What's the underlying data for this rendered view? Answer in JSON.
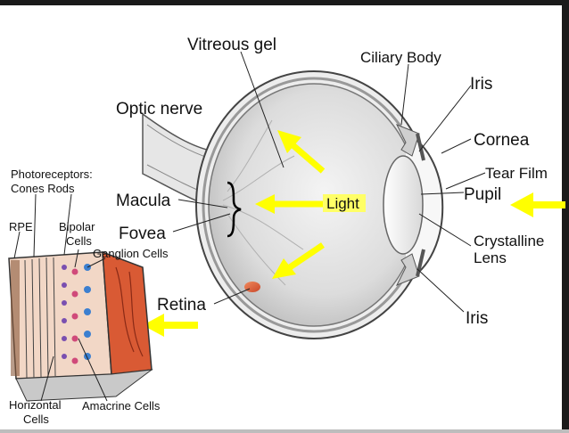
{
  "labels": {
    "vitreous_gel": "Vitreous gel",
    "ciliary_body": "Ciliary Body",
    "iris_top": "Iris",
    "optic_nerve": "Optic nerve",
    "cornea": "Cornea",
    "photoreceptors": "Photoreceptors:",
    "cones_rods": "Cones Rods",
    "tear_film": "Tear Film",
    "macula": "Macula",
    "light": "Light",
    "pupil": "Pupil",
    "rpe": "RPE",
    "bipolar": "Bipolar",
    "bipolar_cells": "Cells",
    "fovea": "Fovea",
    "ganglion_cells": "Ganglion Cells",
    "crystalline": "Crystalline",
    "lens": "Lens",
    "retina": "Retina",
    "iris_bottom": "Iris",
    "horizontal": "Horizontal",
    "horizontal_cells": "Cells",
    "amacrine_cells": "Amacrine Cells"
  },
  "colors": {
    "arrow_yellow": "#ffff00",
    "retina_orange": "#e8704a",
    "eye_gray": "#d9d9d9",
    "light_highlight": "#ffff66"
  }
}
